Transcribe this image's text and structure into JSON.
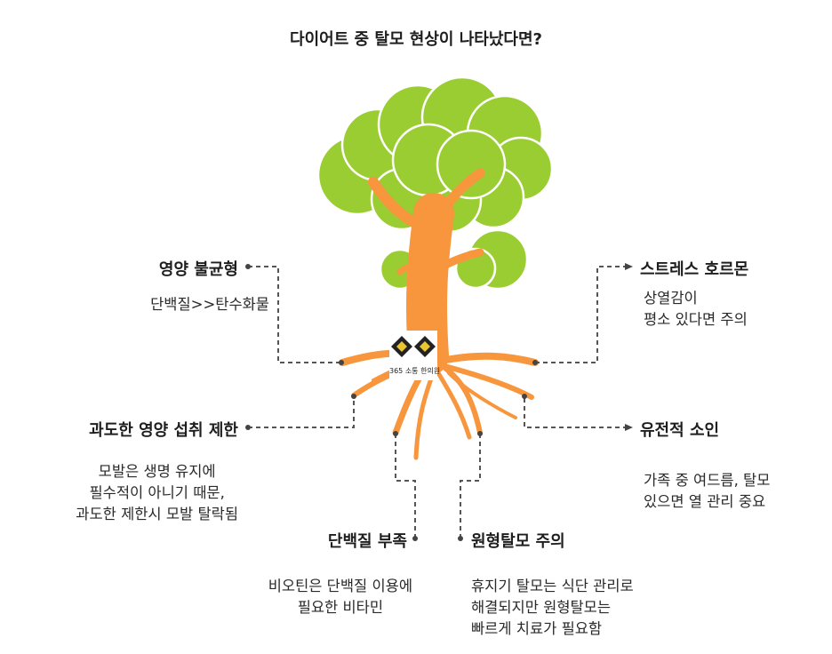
{
  "title": "다이어트 중 탈모 현상이 나타났다면?",
  "logo": {
    "label": "365 소통 한의원"
  },
  "colors": {
    "foliage": "#9ACD32",
    "trunk": "#F7963C",
    "connector": "#555555"
  },
  "causes": [
    {
      "id": "nutrition-imbalance",
      "heading": "영양 불균형",
      "lines": [
        "단백질>>탄수화물"
      ]
    },
    {
      "id": "excessive-restriction",
      "heading": "과도한 영양 섭취 제한",
      "lines": [
        "모발은 생명 유지에",
        "필수적이 아니기 때문,",
        "과도한 제한시 모발 탈락됨"
      ]
    },
    {
      "id": "protein-deficiency",
      "heading": "단백질 부족",
      "lines": [
        "비오틴은 단백질 이용에",
        "필요한 비타민"
      ]
    },
    {
      "id": "alopecia-areata",
      "heading": "원형탈모 주의",
      "lines": [
        "휴지기 탈모는 식단 관리로",
        "해결되지만 원형탈모는",
        "빠르게 치료가 필요함"
      ]
    },
    {
      "id": "stress-hormone",
      "heading": "스트레스 호르몬",
      "lines": [
        "상열감이",
        "평소 있다면 주의"
      ]
    },
    {
      "id": "genetic-factor",
      "heading": "유전적 소인",
      "lines": [
        "가족 중 여드름, 탈모",
        "있으면 열 관리 중요"
      ]
    }
  ]
}
